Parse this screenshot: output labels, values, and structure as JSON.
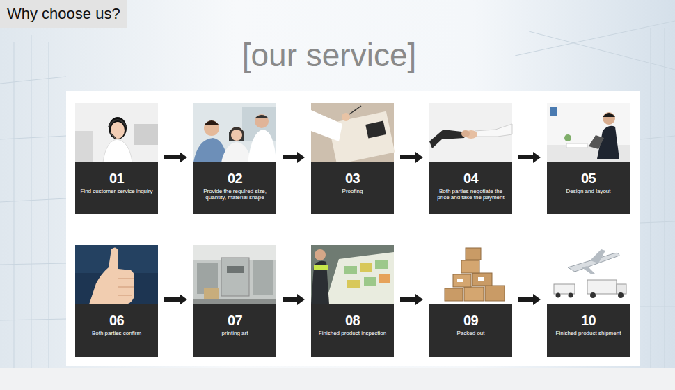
{
  "diagram": {
    "title": "Why choose us?",
    "nodes": [
      {
        "text": [
          "01",
          "Find customer service inquiry"
        ]
      },
      {
        "text": [
          "02",
          "Provide the required size, quantity, material shape"
        ]
      },
      {
        "text": [
          "03",
          "Proofing"
        ]
      },
      {
        "text": [
          "04",
          "Both parties negotiate the price and take the payment"
        ]
      },
      {
        "text": [
          "05",
          "Design and layout"
        ]
      },
      {
        "text": [
          "06",
          "Both parties confirm"
        ]
      },
      {
        "text": [
          "07",
          "printing art"
        ]
      },
      {
        "text": [
          "08",
          "Finished product inspection"
        ]
      },
      {
        "text": [
          "09",
          "Packed out"
        ]
      },
      {
        "text": [
          "10",
          "Finished product shipment"
        ]
      }
    ],
    "edges": [
      {
        "from": 0,
        "to": 1,
        "arrow": "to"
      },
      {
        "from": 1,
        "to": 2,
        "arrow": "to"
      },
      {
        "from": 2,
        "to": 3,
        "arrow": "to"
      },
      {
        "from": 3,
        "to": 4,
        "arrow": "to"
      },
      {
        "from": 5,
        "to": 6,
        "arrow": "to"
      },
      {
        "from": 6,
        "to": 7,
        "arrow": "to"
      },
      {
        "from": 7,
        "to": 8,
        "arrow": "to"
      },
      {
        "from": 8,
        "to": 9,
        "arrow": "to"
      }
    ],
    "labels": [
      "[our service]"
    ]
  }
}
